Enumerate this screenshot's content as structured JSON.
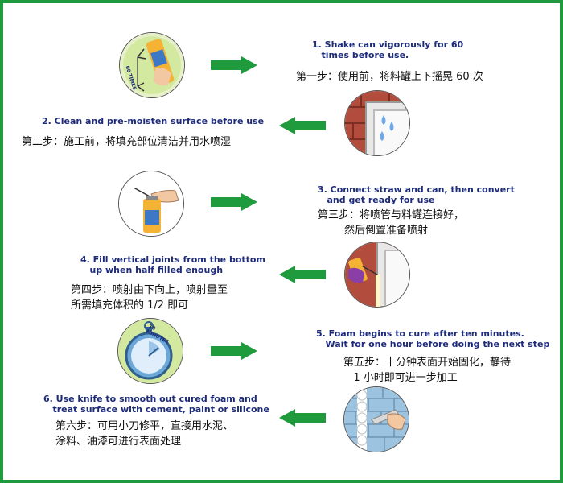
{
  "colors": {
    "frame": "#1f9a3c",
    "arrow": "#1f9a3c",
    "english_text": "#1d2b7a",
    "chinese_text": "#111111"
  },
  "steps": [
    {
      "en": "1. Shake can vigorously for 60\n   times before use.",
      "zh": "第一步：使用前，将料罐上下摇晃 60 次",
      "image_label": "60 TIMES",
      "image": "shaking-can-icon",
      "arrow": "right-arrow-icon"
    },
    {
      "en": "2. Clean and pre-moisten surface before use",
      "zh": "第二步：施工前，将填充部位清洁并用水喷湿",
      "image": "moisten-window-frame-icon",
      "arrow": "left-arrow-icon"
    },
    {
      "en": "3. Connect straw and can, then convert\n   and get ready for use",
      "zh": "第三步：将喷管与料罐连接好，\n        然后倒置准备喷射",
      "image": "connect-straw-icon",
      "arrow": "right-arrow-icon"
    },
    {
      "en": "4. Fill vertical joints from the bottom\n   up when half filled enough",
      "zh": "第四步：喷射由下向上，喷射量至\n所需填充体积的 1/2 即可",
      "image": "fill-joint-icon",
      "arrow": "left-arrow-icon"
    },
    {
      "en": "5. Foam begins to cure after ten minutes.\n   Wait for one hour before doing the next step",
      "zh": "第五步：十分钟表面开始固化，静待\n   1 小时即可进一步加工",
      "image_label": "10 MINUTES",
      "image": "stopwatch-icon",
      "arrow": "right-arrow-icon"
    },
    {
      "en": "6. Use knife to smooth out cured foam and\n   treat surface with cement, paint or silicone",
      "zh": "第六步：可用小刀修平，直接用水泥、\n涂料、油漆可进行表面处理",
      "image": "knife-trim-icon",
      "arrow": "left-arrow-icon"
    }
  ]
}
